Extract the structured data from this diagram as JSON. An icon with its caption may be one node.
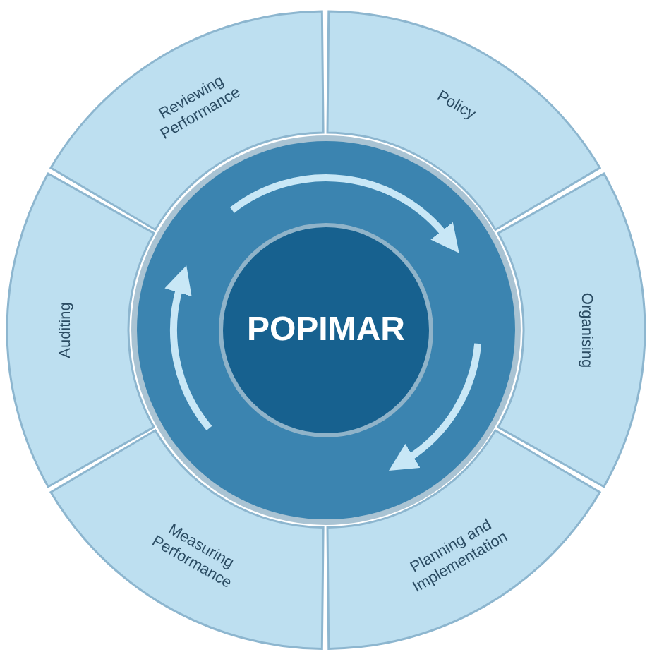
{
  "diagram": {
    "nodes": [
      {
        "text": [
          "Reviewing Performance"
        ]
      },
      {
        "text": [
          "Policy"
        ]
      },
      {
        "text": [
          "Organising"
        ]
      },
      {
        "text": [
          "Planning and Implementation"
        ]
      },
      {
        "text": [
          "Measuring Performance"
        ]
      },
      {
        "text": [
          "Auditing"
        ]
      },
      {
        "text": [
          "POPIMAR"
        ]
      }
    ],
    "edges": []
  }
}
